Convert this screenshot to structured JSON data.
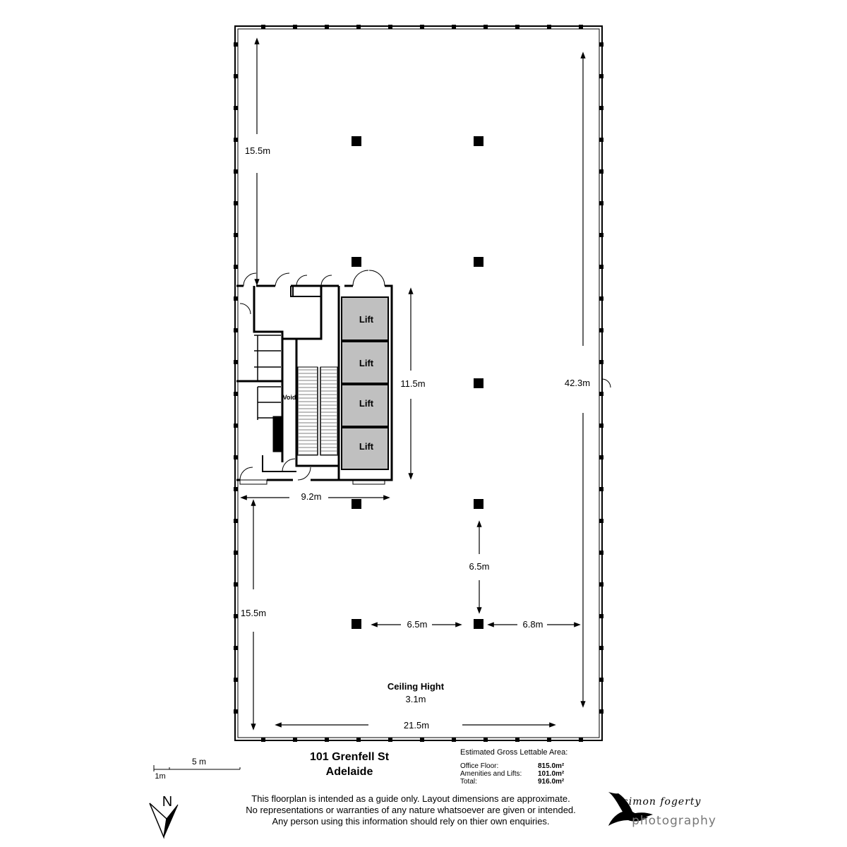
{
  "rooms": {
    "lift_label": "Lift",
    "void_label": "Void"
  },
  "dimensions": {
    "top_left_height": "15.5m",
    "bottom_left_height": "15.5m",
    "core_height": "11.5m",
    "core_width": "9.2m",
    "total_height": "42.3m",
    "total_width": "21.5m",
    "column_vertical": "6.5m",
    "column_horizontal": "6.5m",
    "column_to_wall": "6.8m"
  },
  "ceiling": {
    "label": "Ceiling Hight",
    "value": "3.1m"
  },
  "address": {
    "line1": "101 Grenfell St",
    "line2": "Adelaide"
  },
  "gla": {
    "heading": "Estimated Gross Lettable Area:",
    "rows": [
      {
        "label": "Office Floor:",
        "value": "815.0m²"
      },
      {
        "label": "Amenities and Lifts:",
        "value": "101.0m²"
      },
      {
        "label": "Total:",
        "value": "916.0m²"
      }
    ]
  },
  "scale": {
    "major": "5 m",
    "minor": "1m"
  },
  "north": {
    "label": "N"
  },
  "disclaimer": {
    "line1": "This floorplan is intended as a guide only. Layout dimensions are approximate.",
    "line2": "No representations or warranties of any nature whatsoever are given or intended.",
    "line3": "Any person using this information should rely on thier own enquiries."
  },
  "brand": {
    "line1": "simon fogerty",
    "line2": "photography"
  },
  "colors": {
    "wall": "#000000",
    "lift_fill": "#c0c0c0",
    "brand_grey": "#777777"
  }
}
